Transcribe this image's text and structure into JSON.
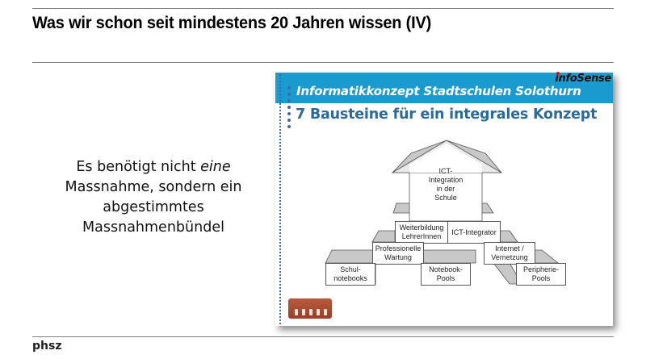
{
  "slide": {
    "title": "Was wir schon seit mindestens 20 Jahren wissen (IV)",
    "body": {
      "line1_prefix": "Es benötigt nicht ",
      "line1_emphasis": "eine",
      "line2": "Massnahme, sondern ein",
      "line3": "abgestimmtes",
      "line4": "Massnahmenbündel"
    },
    "footer": "phsz"
  },
  "embedded_slide": {
    "header_title": "Informatikkonzept Stadtschulen Solothurn",
    "brand": "infoSense",
    "subtitle": "7 Bausteine für ein integrales Konzept",
    "colors": {
      "band": "#1a9bd0",
      "subtitle": "#2b6a9a",
      "dots": "#3d6aa8",
      "brand_dot": "#ee0000"
    },
    "blocks": {
      "top": "ICT-\nIntegration\nin der\nSchule",
      "weiterbildung": "Weiterbildung\nLehrerInnen",
      "ict_integrator": "ICT-Integrator",
      "wartung": "Professionelle\nWartung",
      "internet": "Internet /\nVernetzung",
      "schulnotebooks": "Schul-\nnotebooks",
      "notebook_pools": "Notebook-\nPools",
      "peripherie": "Peripherie-\nPools"
    }
  }
}
